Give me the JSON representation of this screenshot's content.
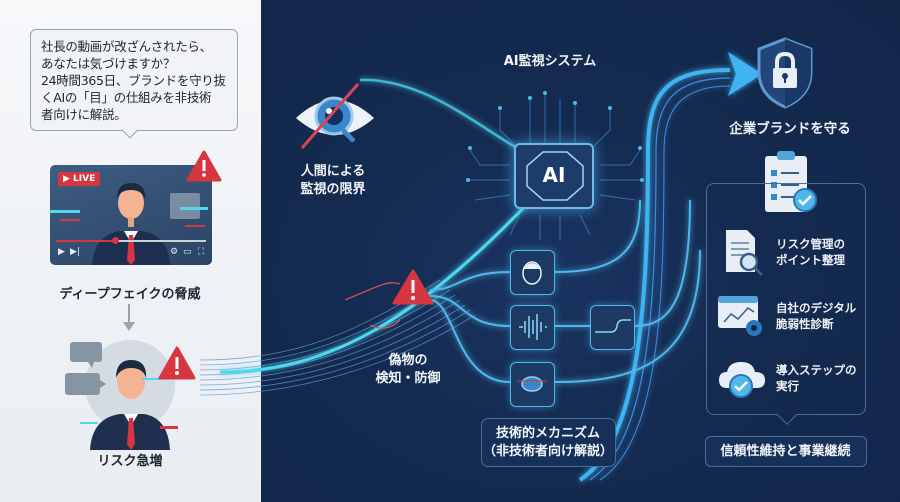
{
  "intro_bubble": {
    "line1": "社長の動画が改ざんされたら、",
    "line2": "あなたは気づけますか？",
    "line3": "24時間365日、ブランドを守り抜",
    "line4": "くAIの「目」の仕組みを非技術",
    "line5": "者向けに解説。"
  },
  "left_flow": {
    "video": {
      "live_badge": "▶ LIVE"
    },
    "deepfake_label": "ディープフェイクの脅威",
    "risk_label": "リスク急増"
  },
  "center_flow": {
    "human_limit_line1": "人間による",
    "human_limit_line2": "監視の限界",
    "ai_system_title": "AI監視システム",
    "chip_label": "AI",
    "detect_line1": "偽物の",
    "detect_line2": "検知・防御",
    "mechanism_line1": "技術的メカニズム",
    "mechanism_line2": "（非技術者向け解説）",
    "detection_icons": [
      "face-recognition-icon",
      "audio-waveform-icon",
      "signal-curve-icon",
      "motion-analysis-icon"
    ]
  },
  "right_flow": {
    "protect_label": "企業ブランドを守る",
    "items": [
      {
        "icon": "document-search-icon",
        "line1": "リスク管理の",
        "line2": "ポイント整理"
      },
      {
        "icon": "browser-gear-icon",
        "line1": "自社のデジタル",
        "line2": "脆弱性診断"
      },
      {
        "icon": "cloud-check-icon",
        "line1": "導入ステップの",
        "line2": "実行"
      }
    ],
    "bottom_label": "信頼性維持と事業継続"
  },
  "colors": {
    "left_bg": "#f1f3f6",
    "dark_bg": "#13284a",
    "glow_cyan": "#4fd8f0",
    "flow_blue": "#3a8fe0",
    "alert_red": "#d6363f",
    "box_border": "#4d6d96"
  }
}
